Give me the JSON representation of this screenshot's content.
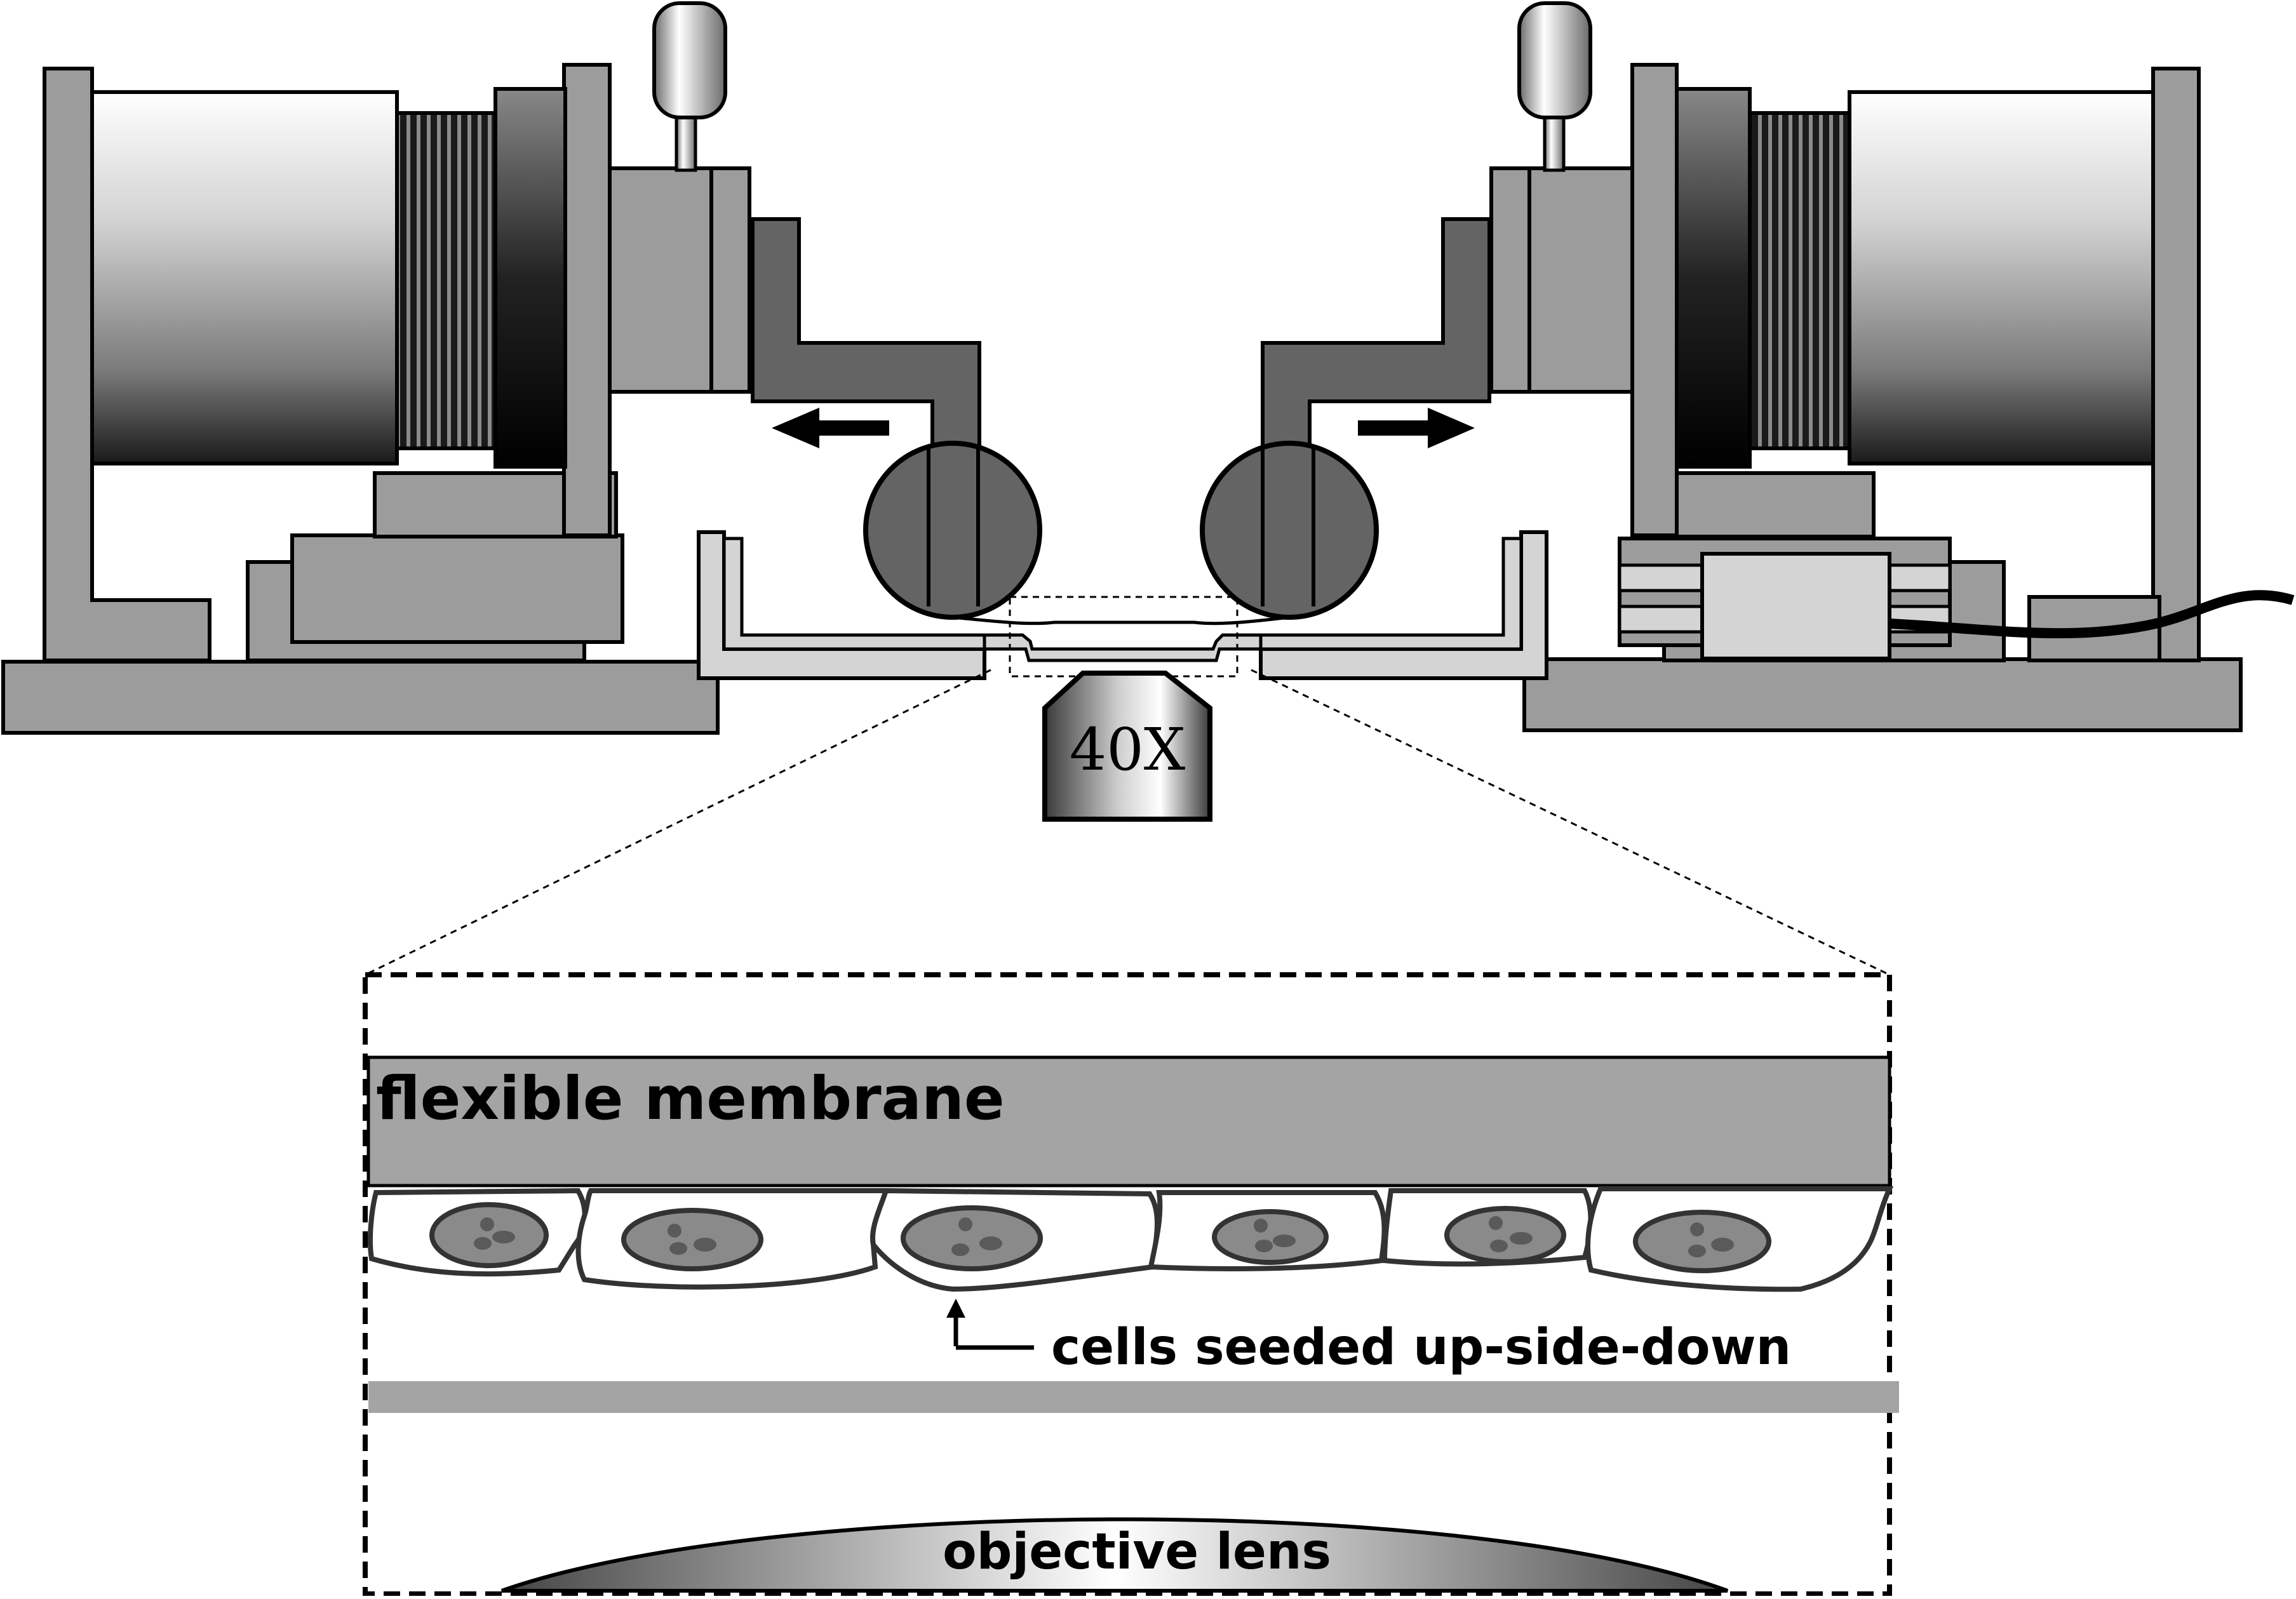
{
  "labels": {
    "objective_badge": "40X",
    "membrane": "flexible membrane",
    "cells": "cells seeded up-side-down",
    "lens": "objective lens"
  },
  "colors": {
    "frame_gray": "#9c9c9c",
    "arm_dark": "#646464",
    "dish_light": "#d4d4d4",
    "membrane_gray": "#a4a4a4",
    "nucleus_gray": "#8a8a8a",
    "outline": "#000000"
  },
  "icons": {
    "left_arrow": "arrow-left-icon",
    "right_arrow": "arrow-right-icon",
    "cell_arrow": "arrow-up-icon"
  }
}
